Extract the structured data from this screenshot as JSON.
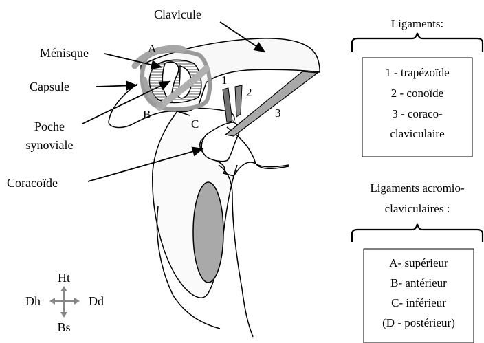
{
  "labels": {
    "clavicule": "Clavicule",
    "menisque": "Ménisque",
    "capsule": "Capsule",
    "poche_line1": "Poche",
    "poche_line2": "synoviale",
    "coracoide": "Coracoïde"
  },
  "points": {
    "a": "A",
    "b": "B",
    "c": "C",
    "n1": "1",
    "n2": "2",
    "n3": "3"
  },
  "ligaments": {
    "title": "Ligaments:",
    "items": [
      "1 - trapézoïde",
      "2 - conoïde",
      "3 - coraco-",
      "claviculaire"
    ]
  },
  "ac_ligaments": {
    "title_line1": "Ligaments acromio-",
    "title_line2": "claviculaires :",
    "items": [
      "A- supérieur",
      "B- antérieur",
      "C- inférieur",
      "(D - postérieur)"
    ]
  },
  "orientation": {
    "up": "Ht",
    "down": "Bs",
    "left": "Dh",
    "right": "Dd"
  }
}
